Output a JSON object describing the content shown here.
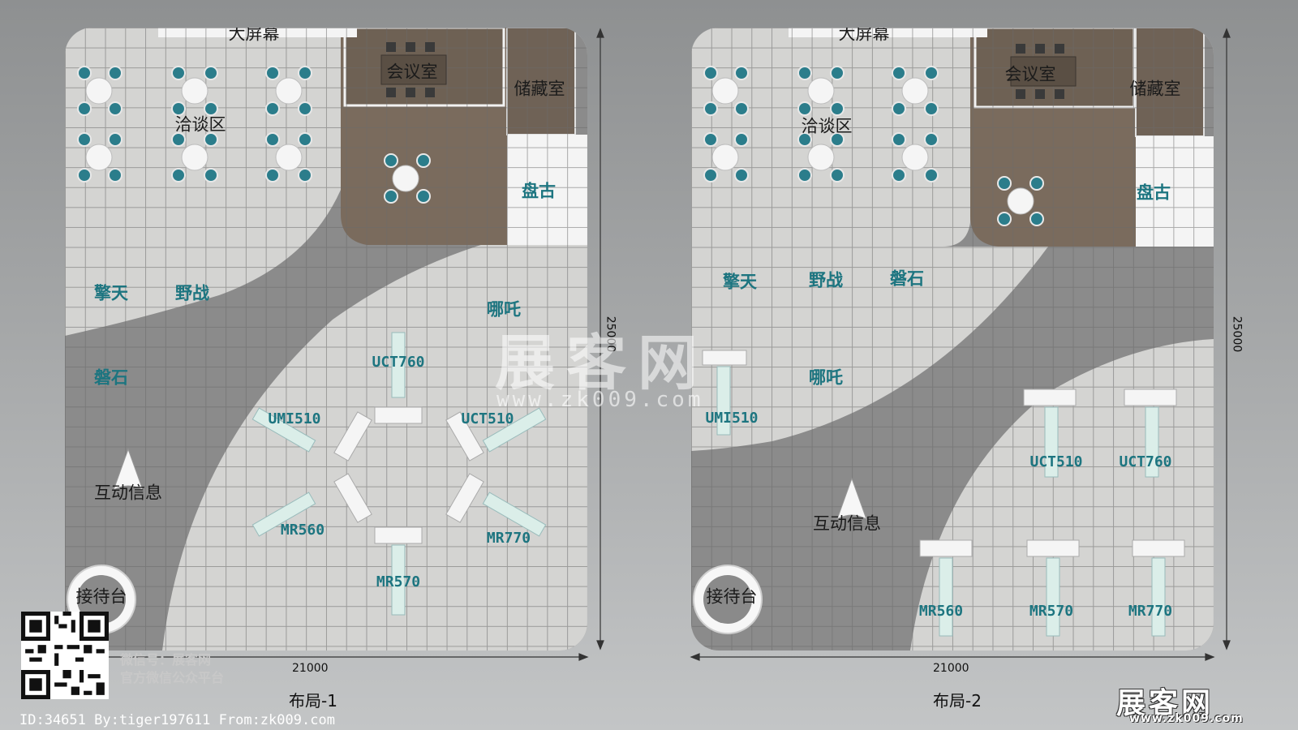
{
  "layouts": [
    {
      "caption": "布局-1",
      "width_dim": "21000",
      "height_dim": "25000",
      "labels": {
        "screen": "大屏幕",
        "meeting": "会议室",
        "storage": "储藏室",
        "negotiation": "洽谈区",
        "pangu": "盘古",
        "qingtian": "擎天",
        "yezhan": "野战",
        "panshi": "磐石",
        "nezha": "哪吒",
        "interactive": "互动信息",
        "reception": "接待台"
      },
      "products": [
        "UCT760",
        "UMI510",
        "UCT510",
        "MR560",
        "MR770",
        "MR570"
      ]
    },
    {
      "caption": "布局-2",
      "width_dim": "21000",
      "height_dim": "25000",
      "labels": {
        "screen": "大屏幕",
        "meeting": "会议室",
        "storage": "储藏室",
        "negotiation": "洽谈区",
        "pangu": "盘古",
        "qingtian": "擎天",
        "yezhan": "野战",
        "panshi": "磐石",
        "nezha": "哪吒",
        "interactive": "互动信息",
        "reception": "接待台"
      },
      "products": [
        "UMI510",
        "UCT510",
        "UCT760",
        "MR560",
        "MR570",
        "MR770"
      ]
    }
  ],
  "footer": {
    "id_line": "ID:34651 By:tiger197611 From:zk009.com",
    "wechat_line1": "微信号：展客网",
    "wechat_line2": "官方微信公众平台"
  },
  "brand": {
    "name": "展客网",
    "url": "www.zk009.com"
  },
  "colors": {
    "floor_light": "#d2d2d0",
    "floor_dark": "#8a8a8a",
    "wood": "#7a6b5d",
    "teal": "#1d7580"
  }
}
